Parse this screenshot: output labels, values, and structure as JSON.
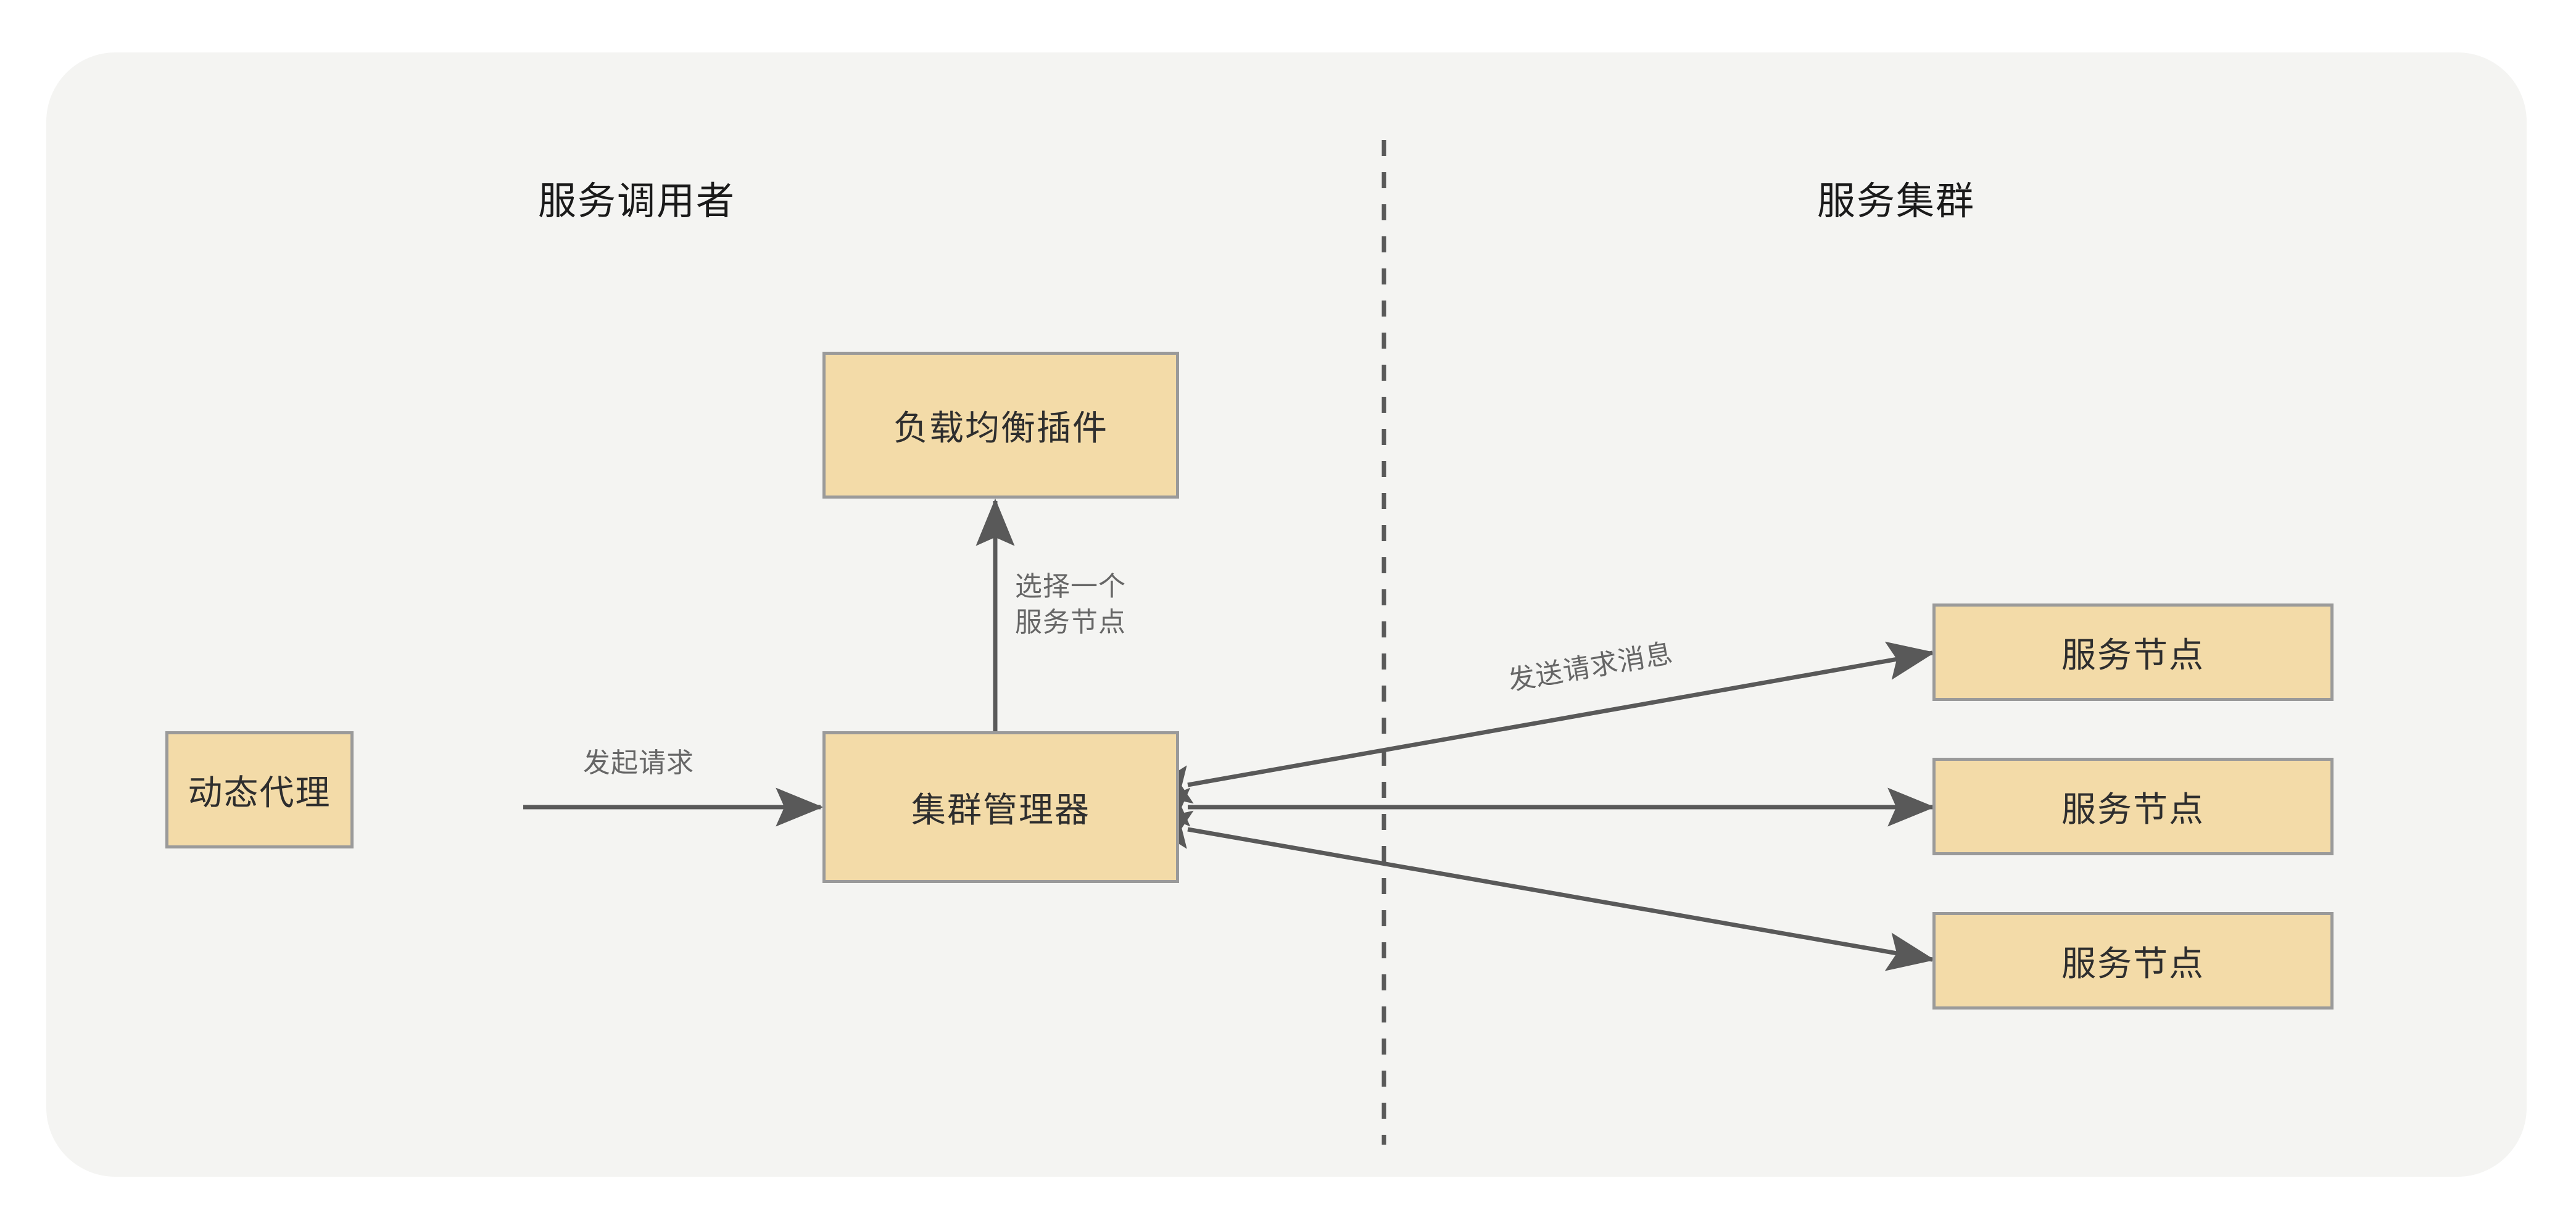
{
  "diagram": {
    "title_left": "服务调用者",
    "title_right": "服务集群",
    "colors": {
      "page_background": "#ffffff",
      "panel_background": "#f4f4f2",
      "node_fill": "#f3dba8",
      "node_border": "#9a9a9a",
      "node_text": "#2e2e2e",
      "edge_stroke": "#595959",
      "edge_label_text": "#666666",
      "divider": "#595959"
    },
    "divider": {
      "name": "lane-divider",
      "style": "dashed",
      "orientation": "vertical"
    },
    "nodes": [
      {
        "id": "dynamic-proxy",
        "label": "动态代理"
      },
      {
        "id": "cluster-manager",
        "label": "集群管理器"
      },
      {
        "id": "load-balancer",
        "label": "负载均衡插件"
      },
      {
        "id": "service-node-1",
        "label": "服务节点"
      },
      {
        "id": "service-node-2",
        "label": "服务节点"
      },
      {
        "id": "service-node-3",
        "label": "服务节点"
      }
    ],
    "edges": [
      {
        "id": "proxy-to-cluster",
        "from": "dynamic-proxy",
        "to": "cluster-manager",
        "label": "发起请求",
        "direction": "one-way"
      },
      {
        "id": "cluster-to-loadbalancer",
        "from": "cluster-manager",
        "to": "load-balancer",
        "label_line1": "选择一个",
        "label_line2": "服务节点",
        "direction": "one-way"
      },
      {
        "id": "cluster-to-node-1",
        "from": "cluster-manager",
        "to": "service-node-1",
        "label": "发送请求消息",
        "direction": "two-way"
      },
      {
        "id": "cluster-to-node-2",
        "from": "cluster-manager",
        "to": "service-node-2",
        "label": "",
        "direction": "two-way"
      },
      {
        "id": "cluster-to-node-3",
        "from": "cluster-manager",
        "to": "service-node-3",
        "label": "",
        "direction": "two-way"
      }
    ]
  }
}
